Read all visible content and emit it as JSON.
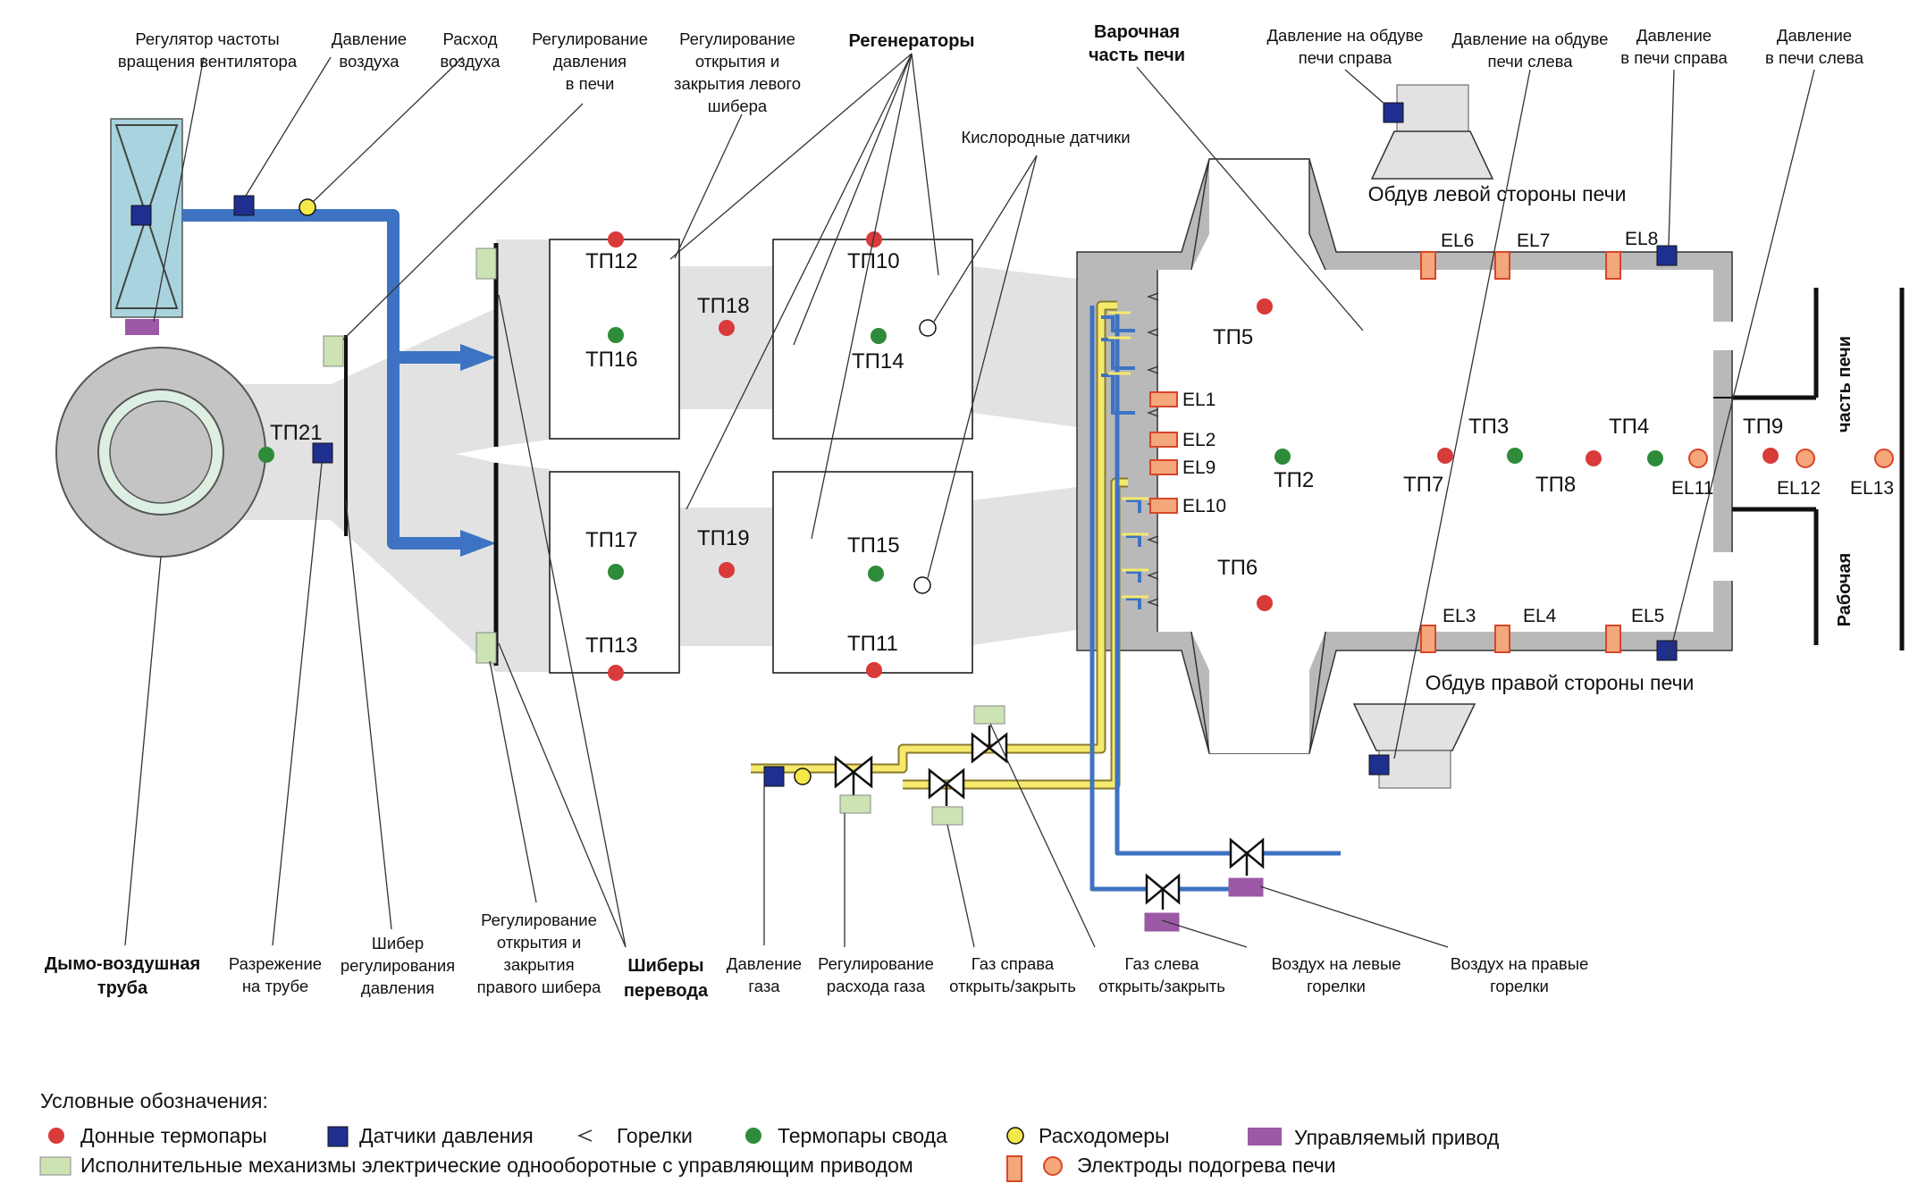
{
  "labels": {
    "fan_regulator": [
      "Регулятор частоты",
      "вращения вентилятора"
    ],
    "air_pressure": [
      "Давление",
      "воздуха"
    ],
    "air_flow": [
      "Расход",
      "воздуха"
    ],
    "furnace_pressure_reg": [
      "Регулирование",
      "давления",
      "в печи"
    ],
    "left_damper_reg": [
      "Регулирование",
      "открытия и",
      "закрытия левого",
      "шибера"
    ],
    "regenerators": "Регенераторы",
    "melting_part": [
      "Варочная",
      "часть печи"
    ],
    "oxygen_sensors": "Кислородные датчики",
    "blow_right_pressure": [
      "Давление на обдуве",
      "печи справа"
    ],
    "blow_left_pressure": [
      "Давление на обдуве",
      "печи слева"
    ],
    "furnace_pressure_right": [
      "Давление",
      "в печи справа"
    ],
    "furnace_pressure_left": [
      "Давление",
      "в печи слева"
    ],
    "blow_left_side": "Обдув левой стороны печи",
    "blow_right_side": "Обдув правой стороны печи",
    "working_part": [
      "Рабочая",
      "часть печи"
    ],
    "smoke_air_pipe": [
      "Дымо-воздушная",
      "труба"
    ],
    "pipe_vacuum": [
      "Разрежение",
      "на трубе"
    ],
    "pressure_damper": [
      "Шибер",
      "регулирования",
      "давления"
    ],
    "right_damper_reg": [
      "Регулирование",
      "открытия и",
      "закрытия",
      "правого шибера"
    ],
    "transfer_dampers": [
      "Шиберы",
      "перевода"
    ],
    "gas_pressure": [
      "Давление",
      "газа"
    ],
    "gas_flow_reg": [
      "Регулирование",
      "расхода газа"
    ],
    "gas_right": [
      "Газ справа",
      "открыть/закрыть"
    ],
    "gas_left": [
      "Газ слева",
      "открыть/закрыть"
    ],
    "air_left_burners": [
      "Воздух на левые",
      "горелки"
    ],
    "air_right_burners": [
      "Воздух на правые",
      "горелки"
    ]
  },
  "thermocouples": {
    "tp12": "ТП12",
    "tp16": "ТП16",
    "tp18": "ТП18",
    "tp10": "ТП10",
    "tp14": "ТП14",
    "tp17": "ТП17",
    "tp13": "ТП13",
    "tp19": "ТП19",
    "tp15": "ТП15",
    "tp11": "ТП11",
    "tp21": "ТП21",
    "tp5": "ТП5",
    "tp2": "ТП2",
    "tp6": "ТП6",
    "tp7": "ТП7",
    "tp3": "ТП3",
    "tp8": "ТП8",
    "tp4": "ТП4",
    "tp9": "ТП9"
  },
  "electrodes": {
    "el1": "EL1",
    "el2": "EL2",
    "el9": "EL9",
    "el10": "EL10",
    "el6": "EL6",
    "el7": "EL7",
    "el8": "EL8",
    "el3": "EL3",
    "el4": "EL4",
    "el5": "EL5",
    "el11": "EL11",
    "el12": "EL12",
    "el13": "EL13"
  },
  "legend": {
    "title": "Условные обозначения:",
    "bottom_tc": "Донные термопары",
    "pressure_sensors": "Датчики давления",
    "burners": "Горелки",
    "roof_tc": "Термопары свода",
    "flowmeters": "Расходомеры",
    "controlled_drive": "Управляемый привод",
    "actuators": "Исполнительные  механизмы электрические однооборотные с управляющим  приводом",
    "electrodes": "Электроды подогрева печи"
  },
  "colors": {
    "bottom_tc": "#d93a3a",
    "roof_tc": "#2e8b3a",
    "pressure_sensor": "#1f2f8f",
    "flowmeter": "#f5e94a",
    "drive": "#9b59a6",
    "actuator": "#cde3b3",
    "electrode": "#f3a77a",
    "air_pipe": "#3d73c2",
    "gas_pipe": "#f5ea6b",
    "wall_gray": "#b9b9b9",
    "duct_gray": "#e2e2e2",
    "fan_blue": "#a9d3de"
  }
}
